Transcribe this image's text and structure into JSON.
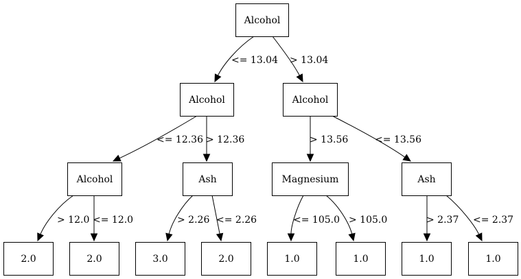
{
  "tree": {
    "nodes": [
      {
        "id": "n0",
        "label": "Alcohol"
      },
      {
        "id": "n1",
        "label": "Alcohol"
      },
      {
        "id": "n2",
        "label": "Alcohol"
      },
      {
        "id": "n3",
        "label": "Alcohol"
      },
      {
        "id": "n4",
        "label": "Ash"
      },
      {
        "id": "n5",
        "label": "Magnesium"
      },
      {
        "id": "n6",
        "label": "Ash"
      },
      {
        "id": "n7",
        "label": "2.0"
      },
      {
        "id": "n8",
        "label": "2.0"
      },
      {
        "id": "n9",
        "label": "3.0"
      },
      {
        "id": "n10",
        "label": "2.0"
      },
      {
        "id": "n11",
        "label": "1.0"
      },
      {
        "id": "n12",
        "label": "1.0"
      },
      {
        "id": "n13",
        "label": "1.0"
      },
      {
        "id": "n14",
        "label": "1.0"
      }
    ],
    "edges": [
      {
        "from": "n0",
        "to": "n1",
        "label": "<= 13.04"
      },
      {
        "from": "n0",
        "to": "n2",
        "label": "> 13.04"
      },
      {
        "from": "n1",
        "to": "n3",
        "label": "<= 12.36"
      },
      {
        "from": "n1",
        "to": "n4",
        "label": "> 12.36"
      },
      {
        "from": "n2",
        "to": "n5",
        "label": "> 13.56"
      },
      {
        "from": "n2",
        "to": "n6",
        "label": "<= 13.56"
      },
      {
        "from": "n3",
        "to": "n7",
        "label": "> 12.0"
      },
      {
        "from": "n3",
        "to": "n8",
        "label": "<= 12.0"
      },
      {
        "from": "n4",
        "to": "n9",
        "label": "> 2.26"
      },
      {
        "from": "n4",
        "to": "n10",
        "label": "<= 2.26"
      },
      {
        "from": "n5",
        "to": "n11",
        "label": "<= 105.0"
      },
      {
        "from": "n5",
        "to": "n12",
        "label": "> 105.0"
      },
      {
        "from": "n6",
        "to": "n13",
        "label": "> 2.37"
      },
      {
        "from": "n6",
        "to": "n14",
        "label": "<= 2.37"
      }
    ]
  }
}
